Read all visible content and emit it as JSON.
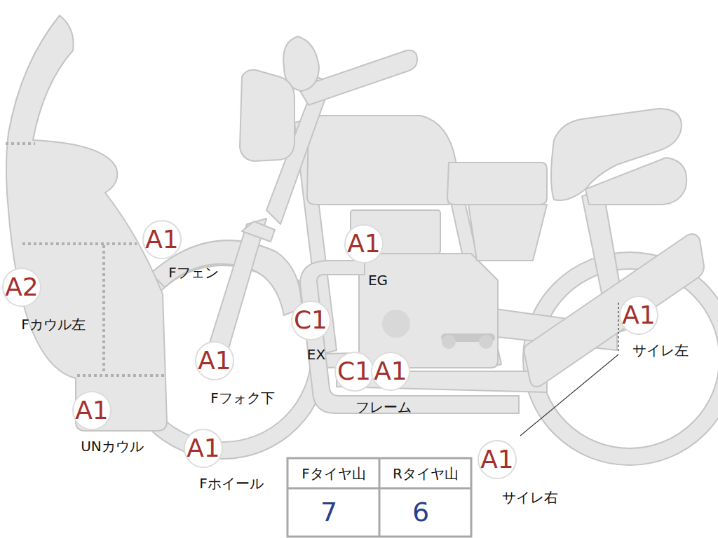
{
  "diagram": {
    "nodes": [
      {
        "text": [
          "A1",
          "Fフェン"
        ]
      },
      {
        "text": [
          "A1",
          "EG"
        ]
      },
      {
        "text": [
          "A2",
          "Fカウル左"
        ]
      },
      {
        "text": [
          "A1",
          "サイレ左"
        ]
      },
      {
        "text": [
          "C1",
          "EX"
        ]
      },
      {
        "text": [
          "A1",
          "Fフォク下"
        ]
      },
      {
        "text": [
          "C1"
        ]
      },
      {
        "text": [
          "A1"
        ]
      },
      {
        "text": [
          "A1",
          "UNカウル"
        ]
      },
      {
        "text": [
          "A1",
          "Fホイール"
        ]
      },
      {
        "text": [
          "A1",
          "サイレ右"
        ]
      }
    ],
    "labels": [
      "フレーム",
      "Fタイヤ山",
      "Rタイヤ山",
      "7",
      "6"
    ]
  }
}
